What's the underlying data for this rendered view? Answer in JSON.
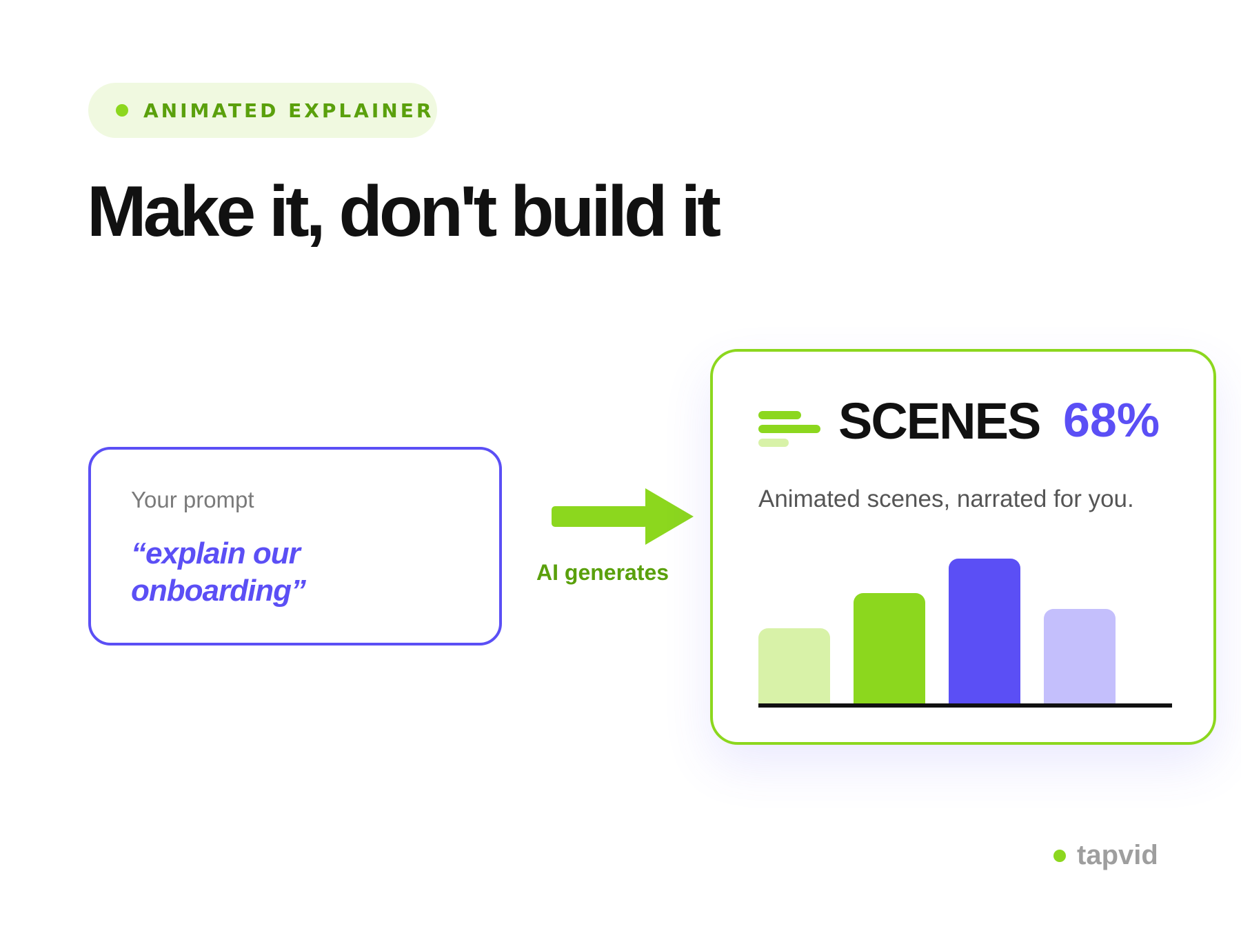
{
  "badge": {
    "label": "ANIMATED EXPLAINER"
  },
  "headline": "Make it, don't build it",
  "prompt_card": {
    "label": "Your prompt",
    "text": "“explain our onboarding”"
  },
  "arrow": {
    "caption": "AI generates"
  },
  "scenes_card": {
    "title": "SCENES",
    "value": "68%",
    "description": "Animated scenes, narrated for you."
  },
  "chart_data": {
    "type": "bar",
    "values": [
      0.52,
      0.76,
      1.0,
      0.65
    ],
    "colors": [
      "#d8f2a8",
      "#8cd71e",
      "#5b4ff5",
      "#c4bffc"
    ],
    "ylim": [
      0,
      1
    ]
  },
  "brand": {
    "name": "tapvid"
  },
  "colors": {
    "accent_green": "#8cd71e",
    "dark_green": "#5aa00c",
    "accent_purple": "#5b4ff5",
    "light_green": "#d8f2a8",
    "light_purple": "#c4bffc",
    "text_dark": "#111111"
  },
  "icons": {
    "badge": "status-dot-icon",
    "scenes": "lines-menu-icon",
    "arrow": "arrow-right-icon",
    "brand": "brand-dot-icon"
  }
}
